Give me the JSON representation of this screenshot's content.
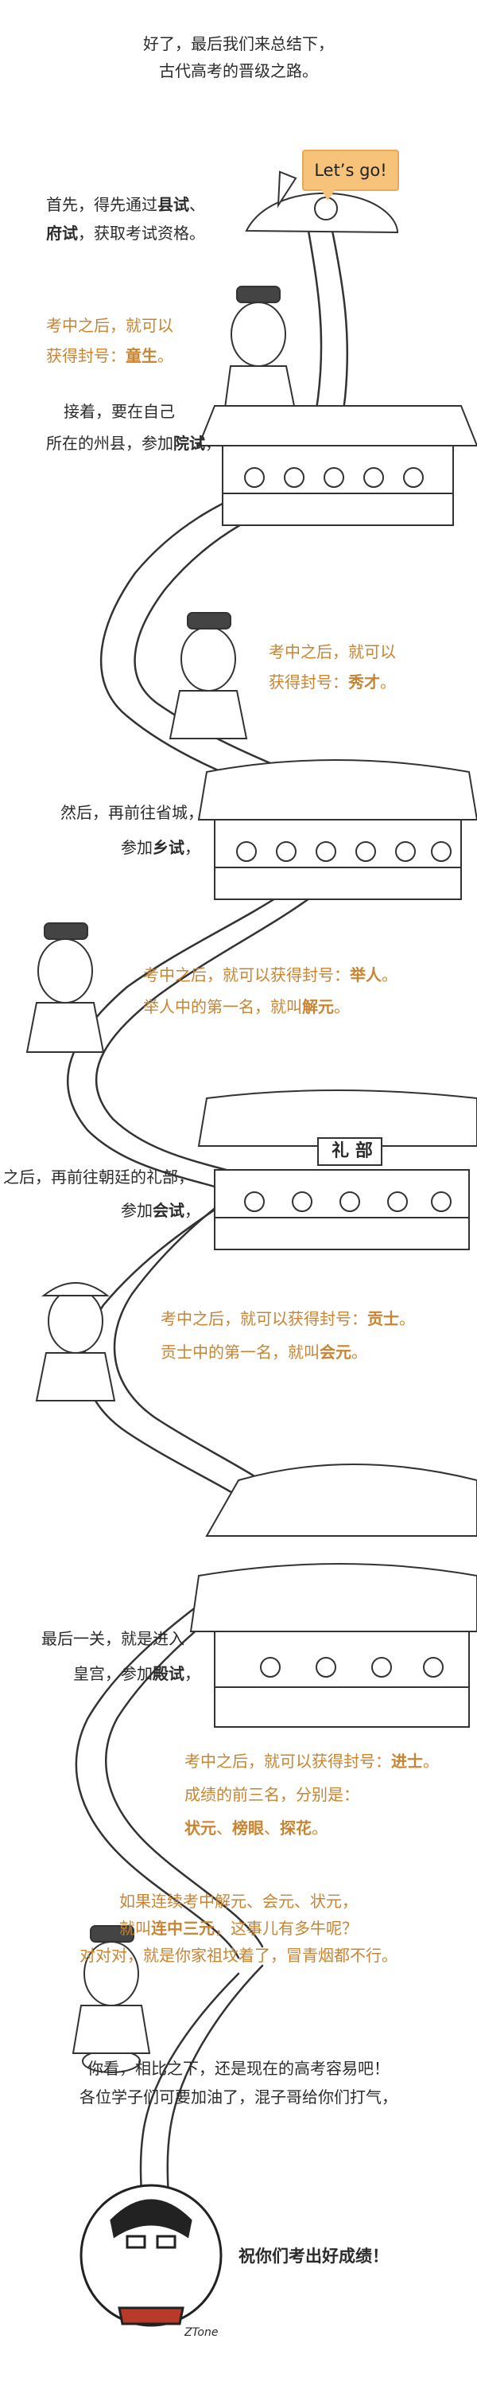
{
  "intro": {
    "line1": "好了，最后我们来总结下，",
    "line2": "古代高考的晋级之路。"
  },
  "bubble": "Let’s go!",
  "step1": {
    "pre": "首先，得先通过",
    "kw1": "县试",
    "mid": "、",
    "kw2": "府试",
    "post": "，获取考试资格。"
  },
  "title1": {
    "line1": "考中之后，就可以",
    "line2_pre": "获得封号：",
    "kw": "童生",
    "line2_post": "。"
  },
  "step2": {
    "line1": "接着，要在自己",
    "line2_pre": "所在的州县，参加",
    "kw": "院试",
    "line2_post": "，"
  },
  "title2": {
    "line1": "考中之后，就可以",
    "line2_pre": "获得封号：",
    "kw": "秀才",
    "line2_post": "。"
  },
  "step3": {
    "line1": "然后，再前往省城，",
    "line2_pre": "参加",
    "kw": "乡试",
    "line2_post": "，"
  },
  "title3": {
    "line1_pre": "考中之后，就可以获得封号：",
    "kw1": "举人",
    "line1_post": "。",
    "line2_pre": "举人中的第一名，就叫",
    "kw2": "解元",
    "line2_post": "。"
  },
  "plaque": "礼 部",
  "step4": {
    "line1": "之后，再前往朝廷的礼部，",
    "line2_pre": "参加",
    "kw": "会试",
    "line2_post": "，"
  },
  "title4": {
    "line1_pre": "考中之后，就可以获得封号：",
    "kw1": "贡士",
    "line1_post": "。",
    "line2_pre": "贡士中的第一名，就叫",
    "kw2": "会元",
    "line2_post": "。"
  },
  "step5": {
    "line1": "最后一关，就是进入",
    "line2_pre": "皇宫，参加",
    "kw": "殿试",
    "line2_post": "，"
  },
  "title5": {
    "line1_pre": "考中之后，就可以获得封号：",
    "kw": "进士",
    "line1_post": "。",
    "line2": "成绩的前三名，分别是：",
    "kw_a": "状元",
    "sep1": "、",
    "kw_b": "榜眼",
    "sep2": "、",
    "kw_c": "探花",
    "line3_post": "。"
  },
  "summary": {
    "line1": "如果连续考中解元、会元、状元，",
    "line2_pre": "就叫",
    "kw": "连中三元",
    "line2_post": "，这事儿有多牛呢？",
    "line3": "对对对，就是你家祖坟着了，冒青烟都不行。"
  },
  "closing": {
    "line1": "你看，相比之下，还是现在的高考容易吧！",
    "line2": "各位学子们可要加油了，混子哥给你们打气，"
  },
  "wish": "祝你们考出好成绩！",
  "signature": "ZTone"
}
